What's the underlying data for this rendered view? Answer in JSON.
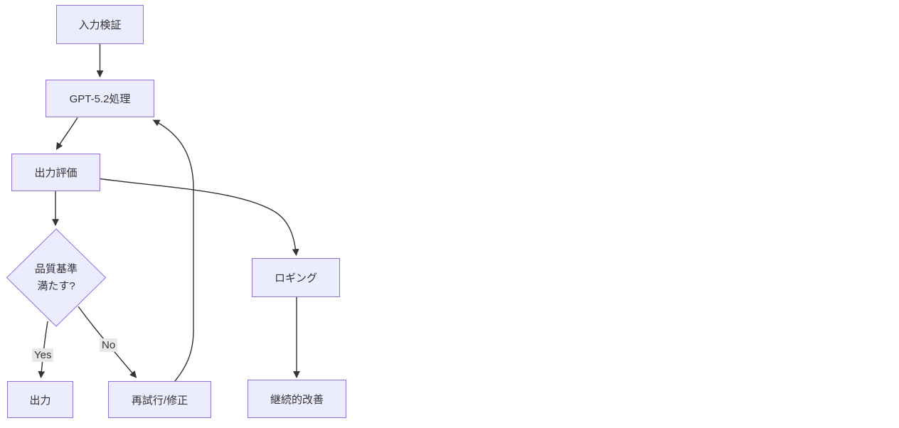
{
  "diagram": {
    "type": "flowchart",
    "direction": "top-down",
    "nodes": {
      "input_validation": {
        "label": "入力検証",
        "shape": "rect"
      },
      "gpt_processing": {
        "label": "GPT-5.2処理",
        "shape": "rect"
      },
      "output_evaluation": {
        "label": "出力評価",
        "shape": "rect"
      },
      "quality_check": {
        "label": "品質基準 満たす?",
        "label_line1": "品質基準",
        "label_line2": "満たす?",
        "shape": "diamond"
      },
      "output": {
        "label": "出力",
        "shape": "rect"
      },
      "retry": {
        "label": "再試行/修正",
        "shape": "rect"
      },
      "logging": {
        "label": "ロギング",
        "shape": "rect"
      },
      "improvement": {
        "label": "継続的改善",
        "shape": "rect"
      }
    },
    "edges": [
      {
        "from": "入力検証",
        "to": "GPT-5.2処理",
        "label": ""
      },
      {
        "from": "GPT-5.2処理",
        "to": "出力評価",
        "label": ""
      },
      {
        "from": "出力評価",
        "to": "品質基準 満たす?",
        "label": ""
      },
      {
        "from": "品質基準 満たす?",
        "to": "出力",
        "label": "Yes"
      },
      {
        "from": "品質基準 満たす?",
        "to": "再試行/修正",
        "label": "No"
      },
      {
        "from": "再試行/修正",
        "to": "GPT-5.2処理",
        "label": ""
      },
      {
        "from": "出力評価",
        "to": "ロギング",
        "label": ""
      },
      {
        "from": "ロギング",
        "to": "継続的改善",
        "label": ""
      }
    ],
    "colors": {
      "node_fill": "#ECECFF",
      "node_border": "#9370DB",
      "edge_stroke": "#333333",
      "text": "#333333",
      "edge_label_background": "#e8e8e8",
      "background": "#ffffff"
    }
  }
}
